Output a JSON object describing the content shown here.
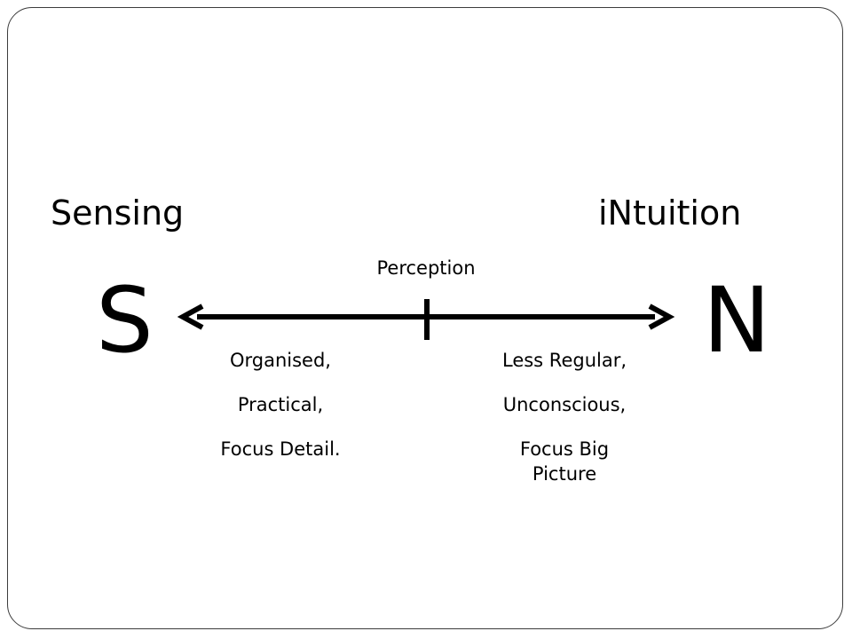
{
  "diagram": {
    "left_heading": "Sensing",
    "right_heading": "iNtuition",
    "center_label": "Perception",
    "left_letter": "S",
    "right_letter": "N",
    "left_traits": [
      "Organised,",
      "Practical,",
      "Focus Detail."
    ],
    "right_traits": [
      "Less Regular,",
      "Unconscious,",
      "Focus Big Picture"
    ]
  },
  "colors": {
    "frame": "#3c3c3c",
    "ink": "#000000",
    "background": "#ffffff"
  }
}
